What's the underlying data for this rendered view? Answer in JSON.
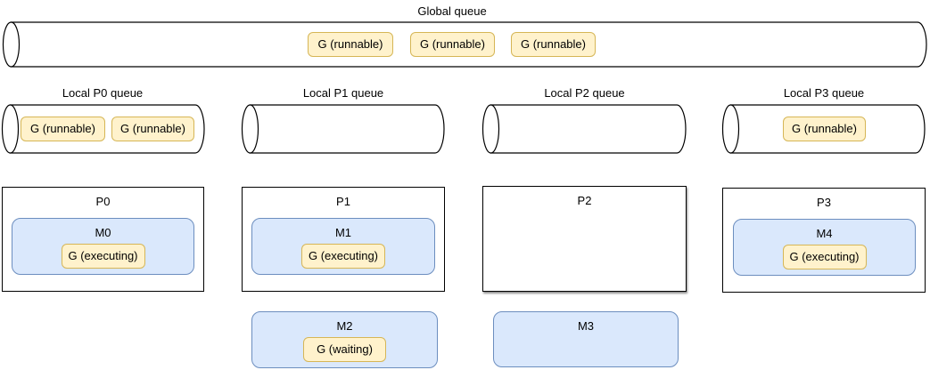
{
  "colors": {
    "background": "#FFFFFF",
    "outline": "#000000",
    "goroutine_fill": "#FFF2CC",
    "goroutine_border": "#D6B656",
    "machine_fill": "#DAE8FC",
    "machine_border": "#6C8EBF"
  },
  "global_queue": {
    "label": "Global queue",
    "items": [
      "G (runnable)",
      "G (runnable)",
      "G (runnable)"
    ]
  },
  "local_queues": [
    {
      "label": "Local P0 queue",
      "items": [
        "G (runnable)",
        "G (runnable)"
      ]
    },
    {
      "label": "Local P1 queue",
      "items": []
    },
    {
      "label": "Local P2 queue",
      "items": []
    },
    {
      "label": "Local P3 queue",
      "items": [
        "G (runnable)"
      ]
    }
  ],
  "processors": [
    {
      "label": "P0",
      "machine": {
        "label": "M0",
        "goroutine": "G (executing)"
      }
    },
    {
      "label": "P1",
      "machine": {
        "label": "M1",
        "goroutine": "G (executing)"
      }
    },
    {
      "label": "P2"
    },
    {
      "label": "P3",
      "machine": {
        "label": "M4",
        "goroutine": "G (executing)"
      }
    }
  ],
  "unattached_machines": [
    {
      "label": "M2",
      "goroutine": "G (waiting)"
    },
    {
      "label": "M3"
    }
  ]
}
